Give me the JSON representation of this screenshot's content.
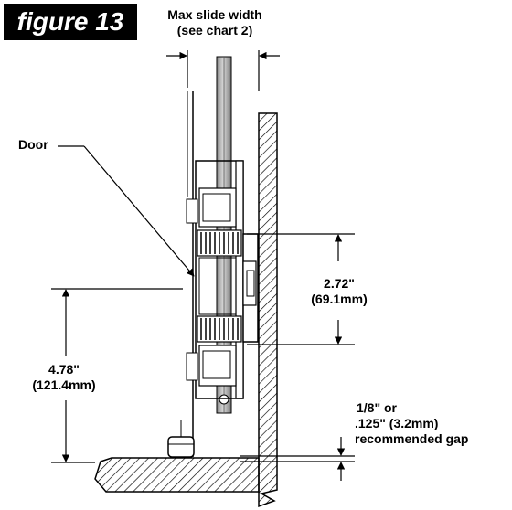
{
  "figure_title": "figure 13",
  "labels": {
    "max_slide_width_line1": "Max slide width",
    "max_slide_width_line2": "(see chart 2)",
    "door": "Door",
    "dim_272_line1": "2.72\"",
    "dim_272_line2": "(69.1mm)",
    "dim_478_line1": "4.78\"",
    "dim_478_line2": "(121.4mm)",
    "gap_line1": "1/8\" or",
    "gap_line2": ".125\" (3.2mm)",
    "gap_line3": "recommended gap"
  },
  "colors": {
    "ink": "#000000",
    "background": "#ffffff",
    "part_fill": "#ffffff",
    "rod_fill": "#bfbfbf"
  }
}
